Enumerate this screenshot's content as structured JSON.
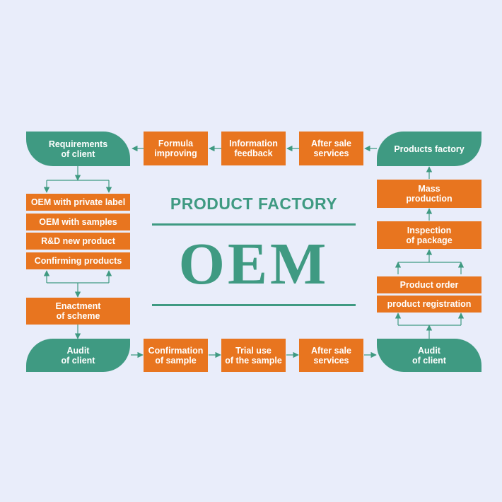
{
  "colors": {
    "background": "#e9edfa",
    "orange": "#e8751f",
    "teal": "#3f9a82",
    "arrow": "#3f9a82"
  },
  "center": {
    "heading": "PRODUCT FACTORY",
    "big_label": "OEM"
  },
  "top_row": {
    "requirements": "Requirements\nof client",
    "formula": "Formula\nimproving",
    "information": "Information\nfeedback",
    "after_sale": "After sale\nservices",
    "products_factory": "Products factory"
  },
  "left_column": {
    "items": [
      "OEM with private label",
      "OEM with samples",
      "R&D new product",
      "Confirming products"
    ],
    "enactment": "Enactment\nof scheme"
  },
  "right_column": {
    "mass_production": "Mass\nproduction",
    "inspection": "Inspection\nof package",
    "product_order": "Product order",
    "product_registration": "product registration"
  },
  "bottom_row": {
    "audit_left": "Audit\nof client",
    "confirmation": "Confirmation\nof sample",
    "trial": "Trial use\nof the sample",
    "after_sale": "After sale\nservices",
    "audit_right": "Audit\nof client"
  }
}
